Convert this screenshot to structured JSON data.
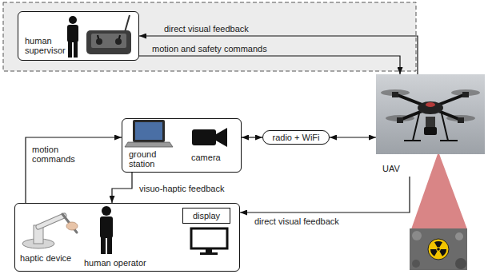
{
  "diagram": {
    "nodes": [
      {
        "text": [
          "human supervisor"
        ]
      },
      {
        "text": [
          "UAV"
        ]
      },
      {
        "text": [
          "ground station",
          "camera"
        ]
      },
      {
        "text": [
          "radio + WiFi"
        ]
      },
      {
        "text": [
          "haptic device",
          "human operator"
        ]
      },
      {
        "text": [
          "display"
        ],
        "in": 4
      }
    ],
    "edges": [
      {
        "from": 1,
        "to": 0,
        "label": "direct visual feedback",
        "arrow": "to"
      },
      {
        "from": 0,
        "to": 1,
        "label": "motion and safety commands",
        "arrow": "to"
      },
      {
        "from": 2,
        "to": 3,
        "arrow": "both"
      },
      {
        "from": 3,
        "to": 1,
        "arrow": "both"
      },
      {
        "from": 4,
        "to": 2,
        "label": "motion commands",
        "arrow": "to"
      },
      {
        "from": 2,
        "to": 4,
        "label": "visuo-haptic feedback",
        "arrow": "to"
      },
      {
        "from": 1,
        "to": 4,
        "label": "direct visual feedback",
        "arrow": "to"
      }
    ]
  }
}
